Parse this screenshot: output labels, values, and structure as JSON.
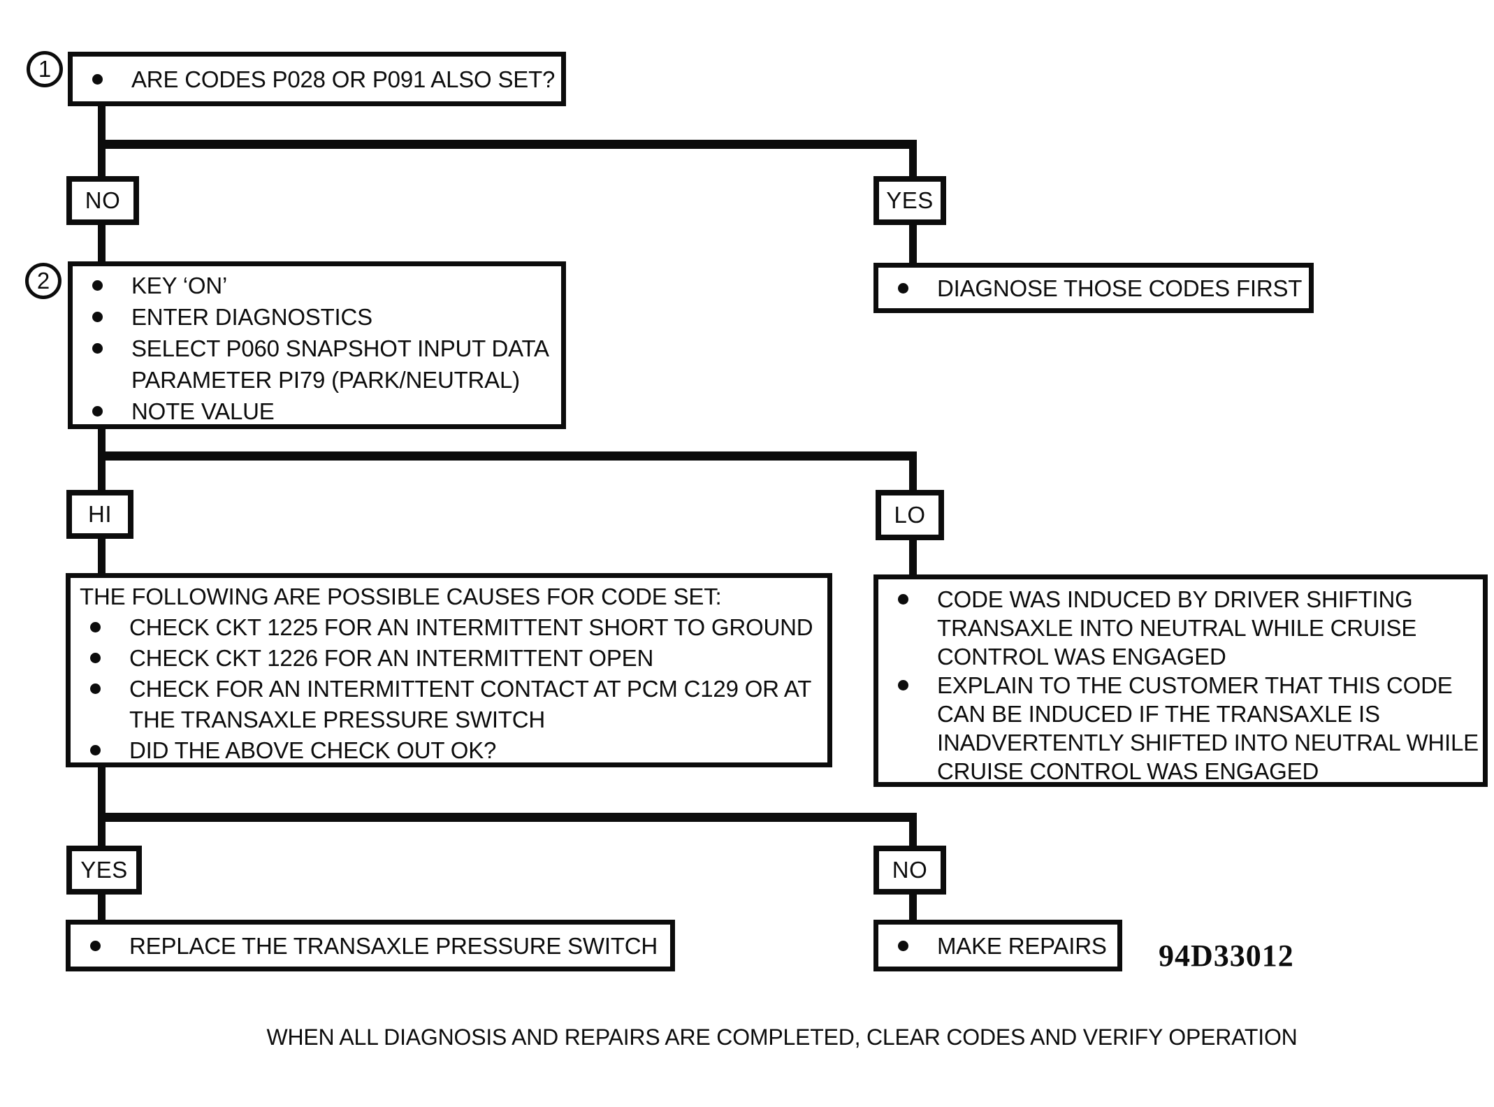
{
  "colors": {
    "ink": "#0c0c0c",
    "paper": "#ffffff"
  },
  "flowchart": {
    "step1": {
      "number": "1",
      "item": "ARE CODES P028 OR P091 ALSO SET?"
    },
    "branch1": {
      "no": "NO",
      "yes": "YES"
    },
    "diagnose": {
      "item": "DIAGNOSE THOSE CODES FIRST"
    },
    "step2": {
      "number": "2",
      "items": [
        "KEY ‘ON’",
        "ENTER DIAGNOSTICS",
        "SELECT P060 SNAPSHOT INPUT DATA PARAMETER PI79 (PARK/NEUTRAL)",
        "NOTE VALUE"
      ]
    },
    "branch2": {
      "hi": "HI",
      "lo": "LO"
    },
    "hi_causes": {
      "header": "THE FOLLOWING ARE POSSIBLE CAUSES FOR CODE SET:",
      "items": [
        "CHECK CKT 1225 FOR AN INTERMITTENT SHORT TO GROUND",
        "CHECK CKT 1226 FOR AN INTERMITTENT OPEN",
        "CHECK FOR AN INTERMITTENT CONTACT AT PCM C129 OR AT THE TRANSAXLE PRESSURE SWITCH",
        "DID THE ABOVE CHECK OUT OK?"
      ]
    },
    "lo_causes": {
      "items": [
        "CODE WAS INDUCED BY DRIVER SHIFTING TRANSAXLE INTO NEUTRAL WHILE CRUISE CONTROL WAS ENGAGED",
        "EXPLAIN TO THE CUSTOMER THAT THIS CODE CAN BE INDUCED IF THE TRANSAXLE IS INADVERTENTLY SHIFTED INTO NEUTRAL WHILE CRUISE CONTROL WAS ENGAGED"
      ]
    },
    "branch3": {
      "yes": "YES",
      "no": "NO"
    },
    "replace": {
      "item": "REPLACE THE TRANSAXLE PRESSURE SWITCH"
    },
    "repairs": {
      "item": "MAKE REPAIRS"
    },
    "figure_id": "94D33012",
    "footer": "WHEN ALL DIAGNOSIS AND REPAIRS ARE COMPLETED, CLEAR CODES AND VERIFY OPERATION"
  }
}
